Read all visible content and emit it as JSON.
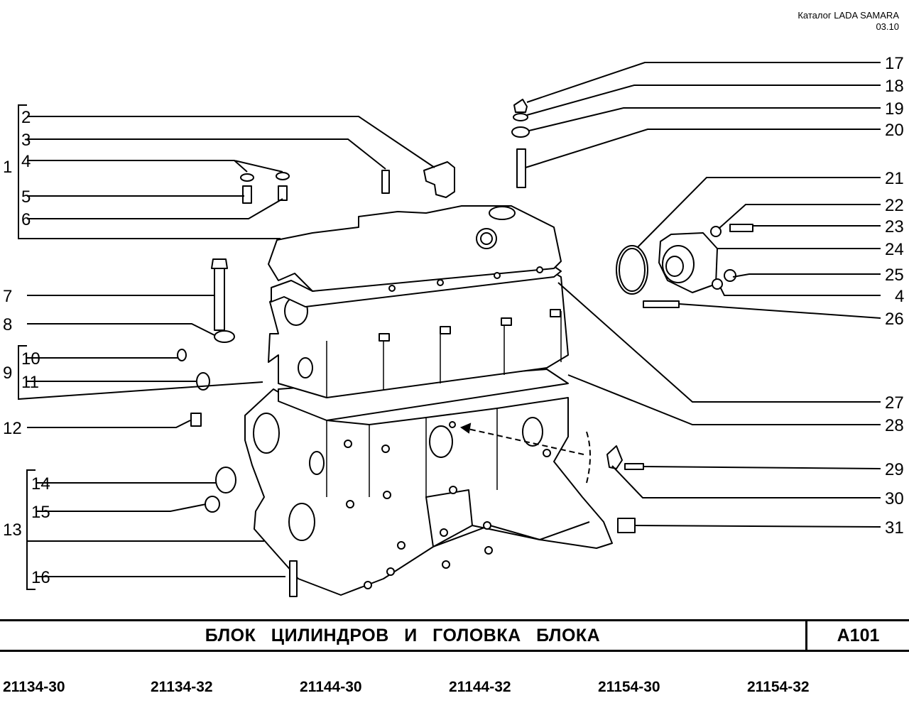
{
  "header": {
    "catalog": "Каталог  LADA SAMARA",
    "date": "03.10"
  },
  "callouts": [
    "1",
    "2",
    "3",
    "4",
    "5",
    "6",
    "7",
    "8",
    "9",
    "10",
    "11",
    "12",
    "13",
    "14",
    "15",
    "16",
    "17",
    "18",
    "19",
    "20",
    "21",
    "22",
    "23",
    "24",
    "25",
    "4",
    "26",
    "27",
    "28",
    "29",
    "30",
    "31"
  ],
  "title": "БЛОК ЦИЛИНДРОВ И ГОЛОВКА БЛОКА",
  "code": "A101",
  "models": [
    "21134-30",
    "21134-32",
    "21144-30",
    "21144-32",
    "21154-30",
    "21154-32"
  ]
}
